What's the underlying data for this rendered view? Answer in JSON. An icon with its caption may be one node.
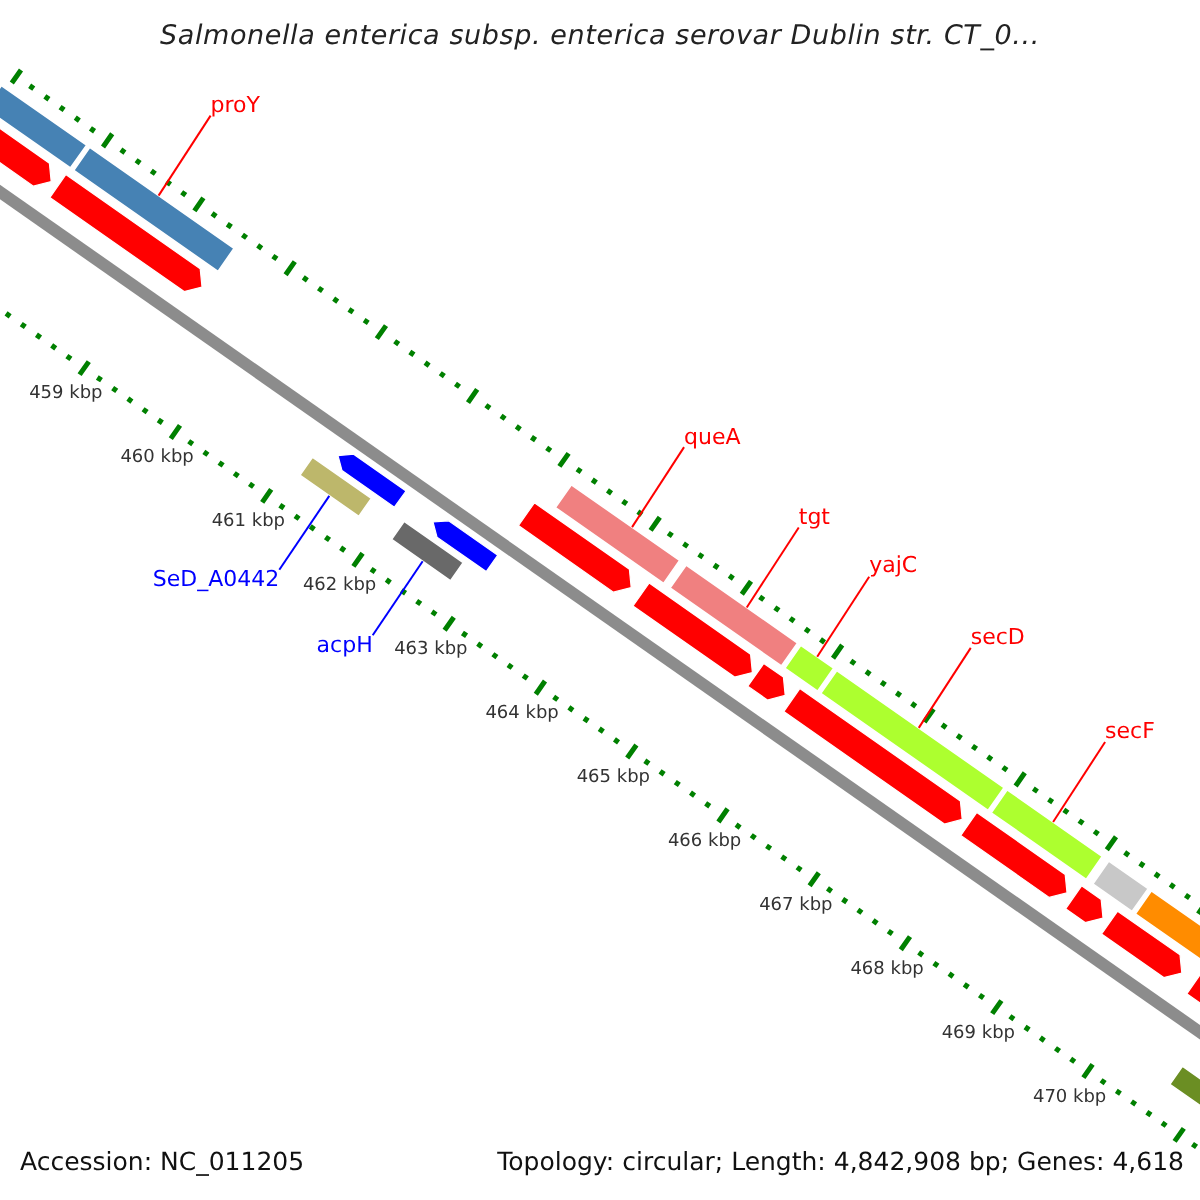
{
  "diagram": {
    "title": "Salmonella enterica subsp. enterica serovar Dublin str. CT_0...",
    "nodes": [
      {
        "text": [
          "proY"
        ]
      },
      {
        "text": [],
        "shape": "bar"
      },
      {
        "text": [
          "queA"
        ]
      },
      {
        "text": [],
        "shape": "bar"
      },
      {
        "text": [
          "tgt"
        ]
      },
      {
        "text": [],
        "shape": "bar"
      },
      {
        "text": [
          "yajC"
        ]
      },
      {
        "text": [],
        "shape": "bar"
      },
      {
        "text": [
          "secD"
        ]
      },
      {
        "text": [],
        "shape": "bar"
      },
      {
        "text": [
          "secF"
        ]
      },
      {
        "text": [],
        "shape": "bar"
      },
      {
        "text": [
          "SeD_A0442"
        ]
      },
      {
        "text": [],
        "shape": "bar"
      },
      {
        "text": [
          "acpH"
        ]
      },
      {
        "text": [],
        "shape": "bar"
      },
      {
        "text": [],
        "shape": "bar"
      },
      {
        "text": [],
        "shape": "bar"
      },
      {
        "text": [],
        "shape": "bar"
      },
      {
        "text": [],
        "shape": "pentagon"
      },
      {
        "text": [],
        "shape": "pentagon"
      },
      {
        "text": [],
        "shape": "pentagon"
      },
      {
        "text": [],
        "shape": "pentagon"
      },
      {
        "text": [],
        "shape": "pentagon"
      },
      {
        "text": [],
        "shape": "pentagon"
      },
      {
        "text": [],
        "shape": "pentagon"
      },
      {
        "text": [],
        "shape": "pentagon"
      },
      {
        "text": [],
        "shape": "pentagon"
      },
      {
        "text": [],
        "shape": "pentagon"
      },
      {
        "text": [],
        "shape": "pentagon"
      },
      {
        "text": [],
        "shape": "pentagon"
      },
      {
        "text": [],
        "shape": "bar"
      }
    ],
    "edges": [
      {
        "from": 0,
        "to": 1,
        "arrow": "none"
      },
      {
        "from": 2,
        "to": 3,
        "arrow": "none"
      },
      {
        "from": 4,
        "to": 5,
        "arrow": "none"
      },
      {
        "from": 6,
        "to": 7,
        "arrow": "none"
      },
      {
        "from": 8,
        "to": 9,
        "arrow": "none"
      },
      {
        "from": 10,
        "to": 11,
        "arrow": "none"
      },
      {
        "from": 12,
        "to": 13,
        "arrow": "none",
        "color": "#0000ff"
      },
      {
        "from": 14,
        "to": 15,
        "arrow": "none",
        "color": "#0000ff"
      }
    ],
    "labels": [
      "459 kbp",
      "460 kbp",
      "461 kbp",
      "462 kbp",
      "463 kbp",
      "464 kbp",
      "465 kbp",
      "466 kbp",
      "467 kbp",
      "468 kbp",
      "469 kbp",
      "470 kbp",
      "Accession: NC_011205",
      "Topology: circular; Length: 4,842,908 bp; Genes: 4,618"
    ]
  }
}
